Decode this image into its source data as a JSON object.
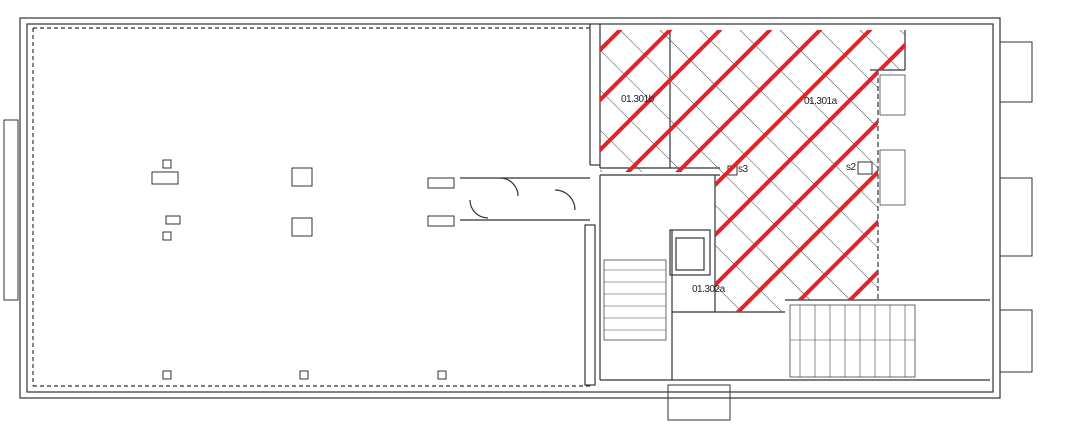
{
  "plan": {
    "hatch_color": "#e8202a",
    "wall_color": "#333333",
    "rooms": [
      {
        "id": "room-01-301b",
        "label": "01.301b"
      },
      {
        "id": "room-01-301a",
        "label": "01.301a"
      },
      {
        "id": "room-01-302a",
        "label": "01.302a"
      }
    ],
    "markers": [
      {
        "id": "marker-s3",
        "label": "s3"
      },
      {
        "id": "marker-s2",
        "label": "s2"
      }
    ]
  }
}
